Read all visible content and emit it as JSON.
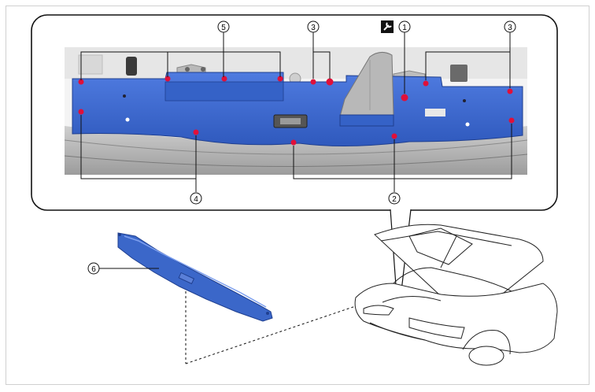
{
  "callouts": {
    "c1": "1",
    "c2": "2",
    "c3a": "3",
    "c3b": "3",
    "c4": "4",
    "c5": "5",
    "c6": "6"
  },
  "icons": {
    "tool": "wrench-icon"
  },
  "colors": {
    "shroud_blue": "#3b67c9",
    "clip_red": "#e0103a",
    "inset_border": "#111111"
  }
}
